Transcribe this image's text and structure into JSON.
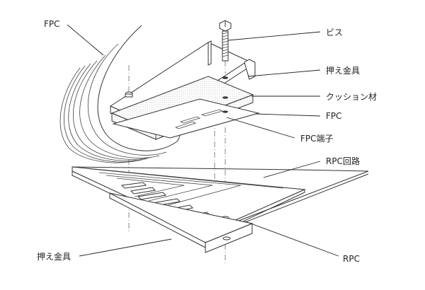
{
  "diagram": {
    "type": "exploded-assembly",
    "labels": {
      "fpc_top_left": "FPC",
      "screw": "ビス",
      "clamp_top": "押え金具",
      "cushion": "クッション材",
      "fpc_right": "FPC",
      "fpc_terminal": "FPC端子",
      "rpc_circuit": "RPC回路",
      "clamp_bottom": "押え金具",
      "rpc": "RPC"
    }
  }
}
